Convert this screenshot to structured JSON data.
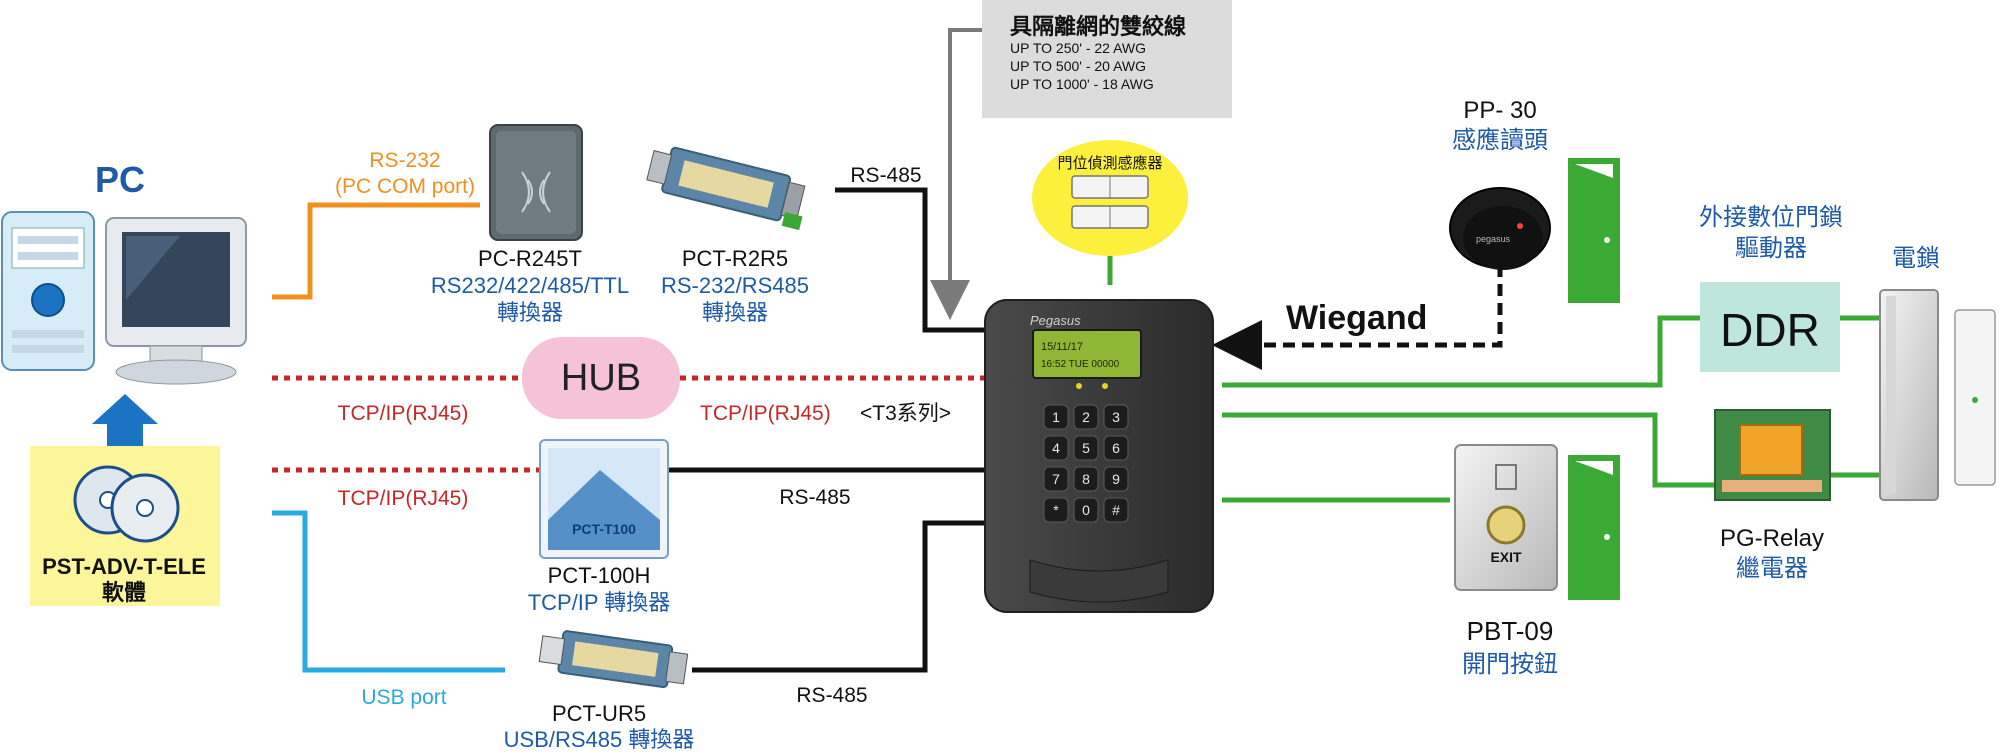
{
  "pc": {
    "title": "PC"
  },
  "software": {
    "name": "PST-ADV-T-ELE",
    "name2": "軟體"
  },
  "cable_note": {
    "title": "具隔離網的雙絞線",
    "line1": "UP TO 250' - 22 AWG",
    "line2": "UP TO 500' - 20 AWG",
    "line3": "UP TO 1000' - 18 AWG"
  },
  "links": {
    "rs232": "RS-232",
    "rs232_sub": "(PC COM port)",
    "rs485_top": "RS-485",
    "hub": "HUB",
    "tcpip_left": "TCP/IP(RJ45)",
    "tcpip_right": "TCP/IP(RJ45)",
    "t3_series": "<T3系列>",
    "tcpip_left2": "TCP/IP(RJ45)",
    "rs485_mid": "RS-485",
    "usb_port": "USB port",
    "rs485_bottom": "RS-485",
    "wiegand": "Wiegand"
  },
  "devices": {
    "pcr245t": {
      "name": "PC-R245T",
      "desc": "RS232/422/485/TTL",
      "desc2": "轉換器"
    },
    "pctr2r5": {
      "name": "PCT-R2R5",
      "desc": "RS-232/RS485",
      "desc2": "轉換器"
    },
    "pct100h": {
      "name": "PCT-100H",
      "desc": "TCP/IP  轉換器",
      "label": "PCT-T100"
    },
    "pctur5": {
      "name": "PCT-UR5",
      "desc": "USB/RS485  轉換器"
    },
    "door_sensor": {
      "label": "門位偵測感應器"
    },
    "controller": {
      "brand": "Pegasus",
      "lcd1": "15/11/17",
      "lcd2": "16:52 TUE 00000",
      "keys": [
        "1",
        "2",
        "3",
        "4",
        "5",
        "6",
        "7",
        "8",
        "9",
        "*",
        "0",
        "#"
      ]
    },
    "pp30": {
      "name": "PP- 30",
      "desc": "感應讀頭",
      "brand": "pegasus"
    },
    "ddr": {
      "title": "外接數位門鎖",
      "title2": "驅動器",
      "label": "DDR"
    },
    "elock": {
      "title": "電鎖"
    },
    "pgrelay": {
      "name": "PG-Relay",
      "desc": "繼電器"
    },
    "pbt09": {
      "name": "PBT-09",
      "desc": "開門按鈕",
      "exit": "EXIT"
    }
  },
  "colors": {
    "blue": "#1e5aa8",
    "red": "#c62828",
    "orange": "#f0901e",
    "cyan": "#29a9e0",
    "green": "#3aaa35",
    "black": "#111111",
    "hub_fill": "#f5c2d7",
    "soft_fill": "#fdf59a",
    "ddr_fill": "#bfe6dc",
    "note_fill": "#dcdcdc"
  }
}
